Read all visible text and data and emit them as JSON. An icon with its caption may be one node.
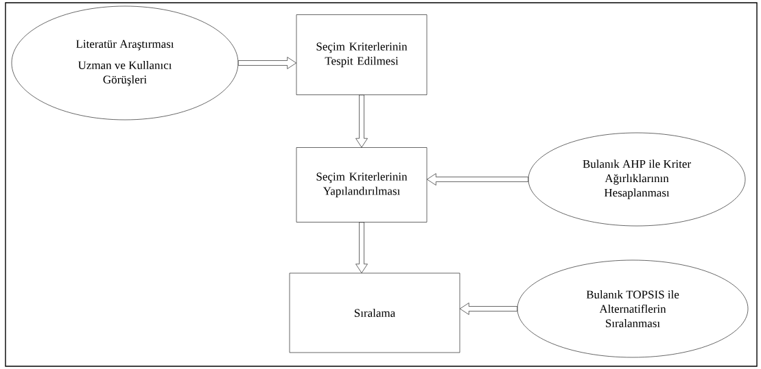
{
  "diagram": {
    "nodes": [
      {
        "text": [
          "Literatür Araştırması",
          "Uzman ve Kullanıcı Görüşleri"
        ]
      },
      {
        "text": [
          "Seçim Kriterlerinin Tespit Edilmesi"
        ]
      },
      {
        "text": [
          "Seçim Kriterlerinin Yapılandırılması"
        ]
      },
      {
        "text": [
          "Bulanık AHP ile Kriter Ağırlıklarının Hesaplanması"
        ]
      },
      {
        "text": [
          "Sıralama"
        ]
      },
      {
        "text": [
          "Bulanık TOPSIS ile Alternatiflerin Sıralanması"
        ]
      }
    ],
    "edges": [
      {
        "from": 0,
        "to": 1,
        "arrow": "to"
      },
      {
        "from": 1,
        "to": 2,
        "arrow": "to"
      },
      {
        "from": 3,
        "to": 2,
        "arrow": "to"
      },
      {
        "from": 2,
        "to": 4,
        "arrow": "to"
      },
      {
        "from": 5,
        "to": 4,
        "arrow": "to"
      }
    ]
  }
}
